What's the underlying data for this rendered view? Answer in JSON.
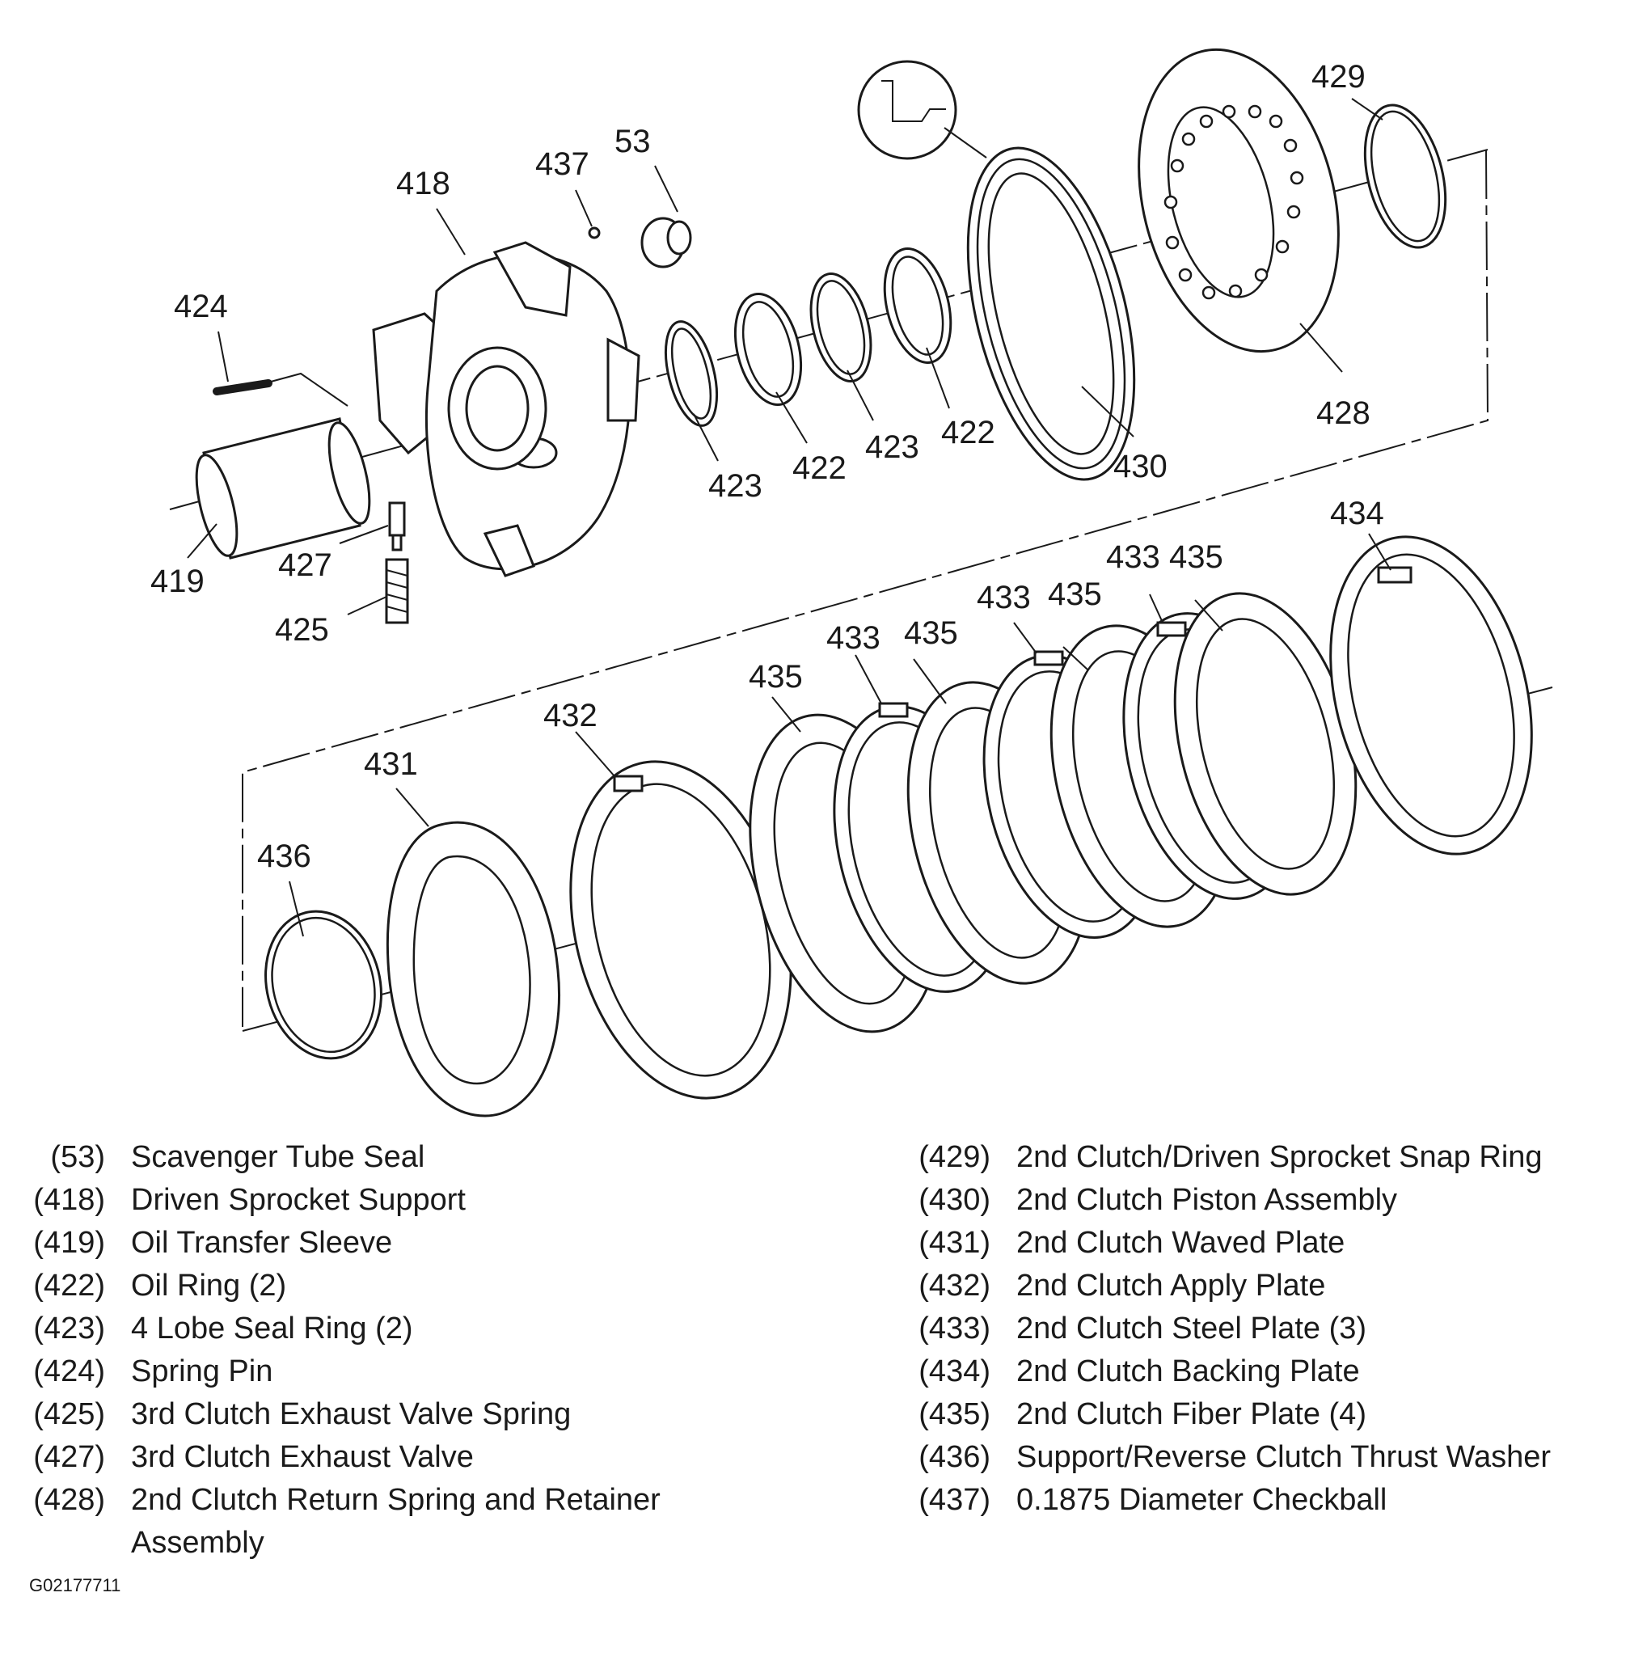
{
  "callouts": {
    "c53": "53",
    "c437": "437",
    "c418": "418",
    "c424": "424",
    "c419": "419",
    "c427": "427",
    "c425": "425",
    "c423a": "423",
    "c422a": "422",
    "c423b": "423",
    "c422b": "422",
    "c430": "430",
    "c429": "429",
    "c428": "428",
    "c434": "434",
    "c433a": "433",
    "c435a": "435",
    "c433b": "433",
    "c435b": "435",
    "c433c": "433",
    "c435c": "435",
    "c435d": "435",
    "c432": "432",
    "c431": "431",
    "c436": "436"
  },
  "legend_left": [
    {
      "num": "(53)",
      "desc": "Scavenger Tube Seal"
    },
    {
      "num": "(418)",
      "desc": "Driven Sprocket Support"
    },
    {
      "num": "(419)",
      "desc": "Oil Transfer Sleeve"
    },
    {
      "num": "(422)",
      "desc": "Oil Ring (2)"
    },
    {
      "num": "(423)",
      "desc": "4 Lobe Seal Ring (2)"
    },
    {
      "num": "(424)",
      "desc": "Spring Pin"
    },
    {
      "num": "(425)",
      "desc": "3rd Clutch Exhaust Valve Spring"
    },
    {
      "num": "(427)",
      "desc": "3rd Clutch Exhaust Valve"
    },
    {
      "num": "(428)",
      "desc": "2nd Clutch Return Spring and Retainer Assembly"
    }
  ],
  "legend_right": [
    {
      "num": "(429)",
      "desc": "2nd Clutch/Driven Sprocket Snap Ring"
    },
    {
      "num": "(430)",
      "desc": "2nd Clutch Piston Assembly"
    },
    {
      "num": "(431)",
      "desc": "2nd Clutch Waved Plate"
    },
    {
      "num": "(432)",
      "desc": "2nd Clutch Apply Plate"
    },
    {
      "num": "(433)",
      "desc": "2nd Clutch Steel Plate (3)"
    },
    {
      "num": "(434)",
      "desc": "2nd Clutch Backing Plate"
    },
    {
      "num": "(435)",
      "desc": "2nd Clutch Fiber Plate (4)"
    },
    {
      "num": "(436)",
      "desc": "Support/Reverse Clutch Thrust Washer"
    },
    {
      "num": "(437)",
      "desc": "0.1875 Diameter Checkball"
    }
  ],
  "figure_id": "G02177711"
}
